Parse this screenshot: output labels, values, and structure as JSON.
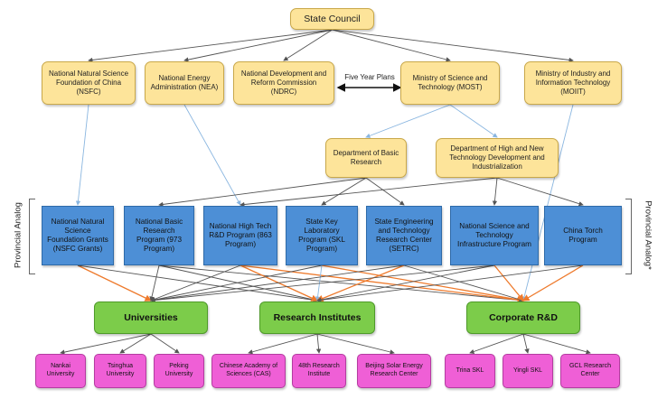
{
  "colors": {
    "government": "#fde49a",
    "program": "#4d8fd6",
    "institution": "#7ccc4a",
    "organization": "#ef5fd6",
    "edge_dark": "#555555",
    "edge_blue": "#8ab6e0",
    "edge_orange": "#ee7a2c"
  },
  "nodes": {
    "state_council": "State Council",
    "nsfc": "National Natural Science Foundation of China (NSFC)",
    "nea": "National Energy Administration (NEA)",
    "ndrc": "National Development and Reform Commission (NDRC)",
    "most": "Ministry of Science and Technology (MOST)",
    "moiit": "Ministry of Industry and Information Technology (MOIIT)",
    "five_year_plans": "Five Year Plans",
    "basic_research": "Department of Basic Research",
    "high_new_tech": "Department of High and New Technology Development and Industrialization",
    "nsfc_grants": "National Natural Science Foundation Grants (NSFC Grants)",
    "p973": "National Basic Research Program (973 Program)",
    "p863": "National High Tech R&D Program (863 Program)",
    "skl_program": "State Key Laboratory Program (SKL Program)",
    "setrc": "State Engineering and Technology Research Center (SETRC)",
    "nsti": "National Science and Technology Infrastructure Program",
    "torch": "China Torch Program",
    "universities": "Universities",
    "research_institutes": "Research Institutes",
    "corporate_rd": "Corporate R&D",
    "nankai": "Nankai University",
    "tsinghua": "Tsinghua University",
    "peking": "Peking University",
    "cas": "Chinese Academy of Sciences (CAS)",
    "inst48": "48th Research Institute",
    "beijing_solar": "Beijing Solar Energy Research Center",
    "trina": "Trina SKL",
    "yingli": "Yingli SKL",
    "gcl": "GCL Research Center"
  },
  "side_labels": {
    "left": "Provincial Analog",
    "right": "Provincial Analog*"
  },
  "edges": [
    {
      "from": "state_council",
      "to": "nsfc",
      "kind": "dark"
    },
    {
      "from": "state_council",
      "to": "nea",
      "kind": "dark"
    },
    {
      "from": "state_council",
      "to": "ndrc",
      "kind": "dark"
    },
    {
      "from": "state_council",
      "to": "most",
      "kind": "dark"
    },
    {
      "from": "state_council",
      "to": "moiit",
      "kind": "dark"
    },
    {
      "from": "most",
      "to": "basic_research",
      "kind": "blue"
    },
    {
      "from": "most",
      "to": "high_new_tech",
      "kind": "blue"
    },
    {
      "from": "nsfc",
      "to": "nsfc_grants",
      "kind": "blue"
    },
    {
      "from": "nea",
      "to": "p863",
      "kind": "blue"
    },
    {
      "from": "moiit",
      "to": "corporate_rd",
      "kind": "blue"
    },
    {
      "from": "basic_research",
      "to": "p973",
      "kind": "dark"
    },
    {
      "from": "basic_research",
      "to": "skl_program",
      "kind": "dark"
    },
    {
      "from": "basic_research",
      "to": "setrc",
      "kind": "dark"
    },
    {
      "from": "high_new_tech",
      "to": "p863",
      "kind": "dark"
    },
    {
      "from": "high_new_tech",
      "to": "nsti",
      "kind": "dark"
    },
    {
      "from": "high_new_tech",
      "to": "torch",
      "kind": "dark"
    },
    {
      "from": "nsfc_grants",
      "to": "universities",
      "kind": "orange"
    },
    {
      "from": "nsfc_grants",
      "to": "research_institutes",
      "kind": "dark"
    },
    {
      "from": "p973",
      "to": "universities",
      "kind": "dark"
    },
    {
      "from": "p973",
      "to": "research_institutes",
      "kind": "dark"
    },
    {
      "from": "p973",
      "to": "corporate_rd",
      "kind": "dark"
    },
    {
      "from": "p863",
      "to": "universities",
      "kind": "dark"
    },
    {
      "from": "p863",
      "to": "research_institutes",
      "kind": "orange"
    },
    {
      "from": "p863",
      "to": "corporate_rd",
      "kind": "orange"
    },
    {
      "from": "skl_program",
      "to": "universities",
      "kind": "dark"
    },
    {
      "from": "skl_program",
      "to": "research_institutes",
      "kind": "blue"
    },
    {
      "from": "skl_program",
      "to": "corporate_rd",
      "kind": "orange"
    },
    {
      "from": "setrc",
      "to": "universities",
      "kind": "dark"
    },
    {
      "from": "setrc",
      "to": "research_institutes",
      "kind": "orange"
    },
    {
      "from": "setrc",
      "to": "corporate_rd",
      "kind": "dark"
    },
    {
      "from": "nsti",
      "to": "universities",
      "kind": "dark"
    },
    {
      "from": "nsti",
      "to": "research_institutes",
      "kind": "dark"
    },
    {
      "from": "nsti",
      "to": "corporate_rd",
      "kind": "orange"
    },
    {
      "from": "torch",
      "to": "research_institutes",
      "kind": "dark"
    },
    {
      "from": "torch",
      "to": "corporate_rd",
      "kind": "orange"
    },
    {
      "from": "universities",
      "to": "nankai",
      "kind": "dark"
    },
    {
      "from": "universities",
      "to": "tsinghua",
      "kind": "dark"
    },
    {
      "from": "universities",
      "to": "peking",
      "kind": "dark"
    },
    {
      "from": "research_institutes",
      "to": "cas",
      "kind": "dark"
    },
    {
      "from": "research_institutes",
      "to": "inst48",
      "kind": "dark"
    },
    {
      "from": "research_institutes",
      "to": "beijing_solar",
      "kind": "dark"
    },
    {
      "from": "corporate_rd",
      "to": "trina",
      "kind": "dark"
    },
    {
      "from": "corporate_rd",
      "to": "yingli",
      "kind": "dark"
    },
    {
      "from": "corporate_rd",
      "to": "gcl",
      "kind": "dark"
    }
  ]
}
